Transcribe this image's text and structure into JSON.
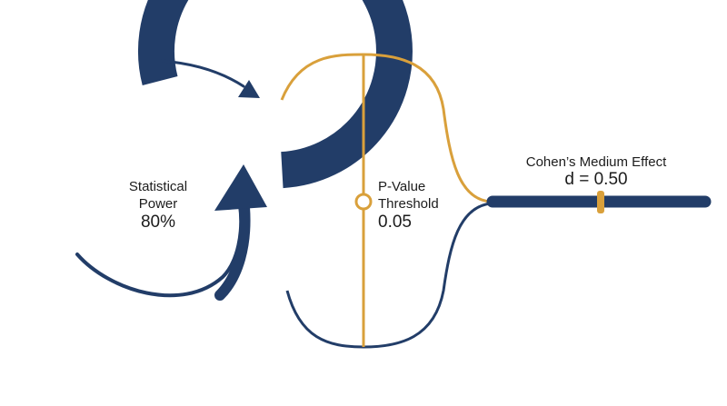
{
  "colors": {
    "navy": "#223d68",
    "gold": "#d9a03b",
    "text": "#1c1c1c",
    "background": "#ffffff"
  },
  "statistical_power": {
    "label_line1": "Statistical",
    "label_line2": "Power",
    "value": "80%",
    "level_fraction": 0.8
  },
  "p_value": {
    "label_line1": "P-Value",
    "label_line2": "Threshold",
    "value": "0.05"
  },
  "effect_size": {
    "label": "Cohen’s Medium Effect",
    "value": "d = 0.50"
  },
  "icons": [
    "power-ring",
    "clockwise-arrow-icon",
    "upward-curved-arrow-icon",
    "threshold-marker-icon",
    "effect-scale-bar"
  ]
}
